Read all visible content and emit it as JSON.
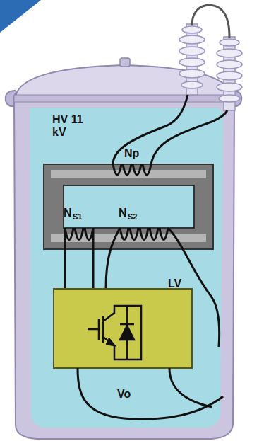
{
  "diagram": {
    "labels": [
      "HV 11 kV",
      "Np",
      "N",
      "S1",
      "N",
      "S2",
      "LV",
      "Vo"
    ]
  }
}
